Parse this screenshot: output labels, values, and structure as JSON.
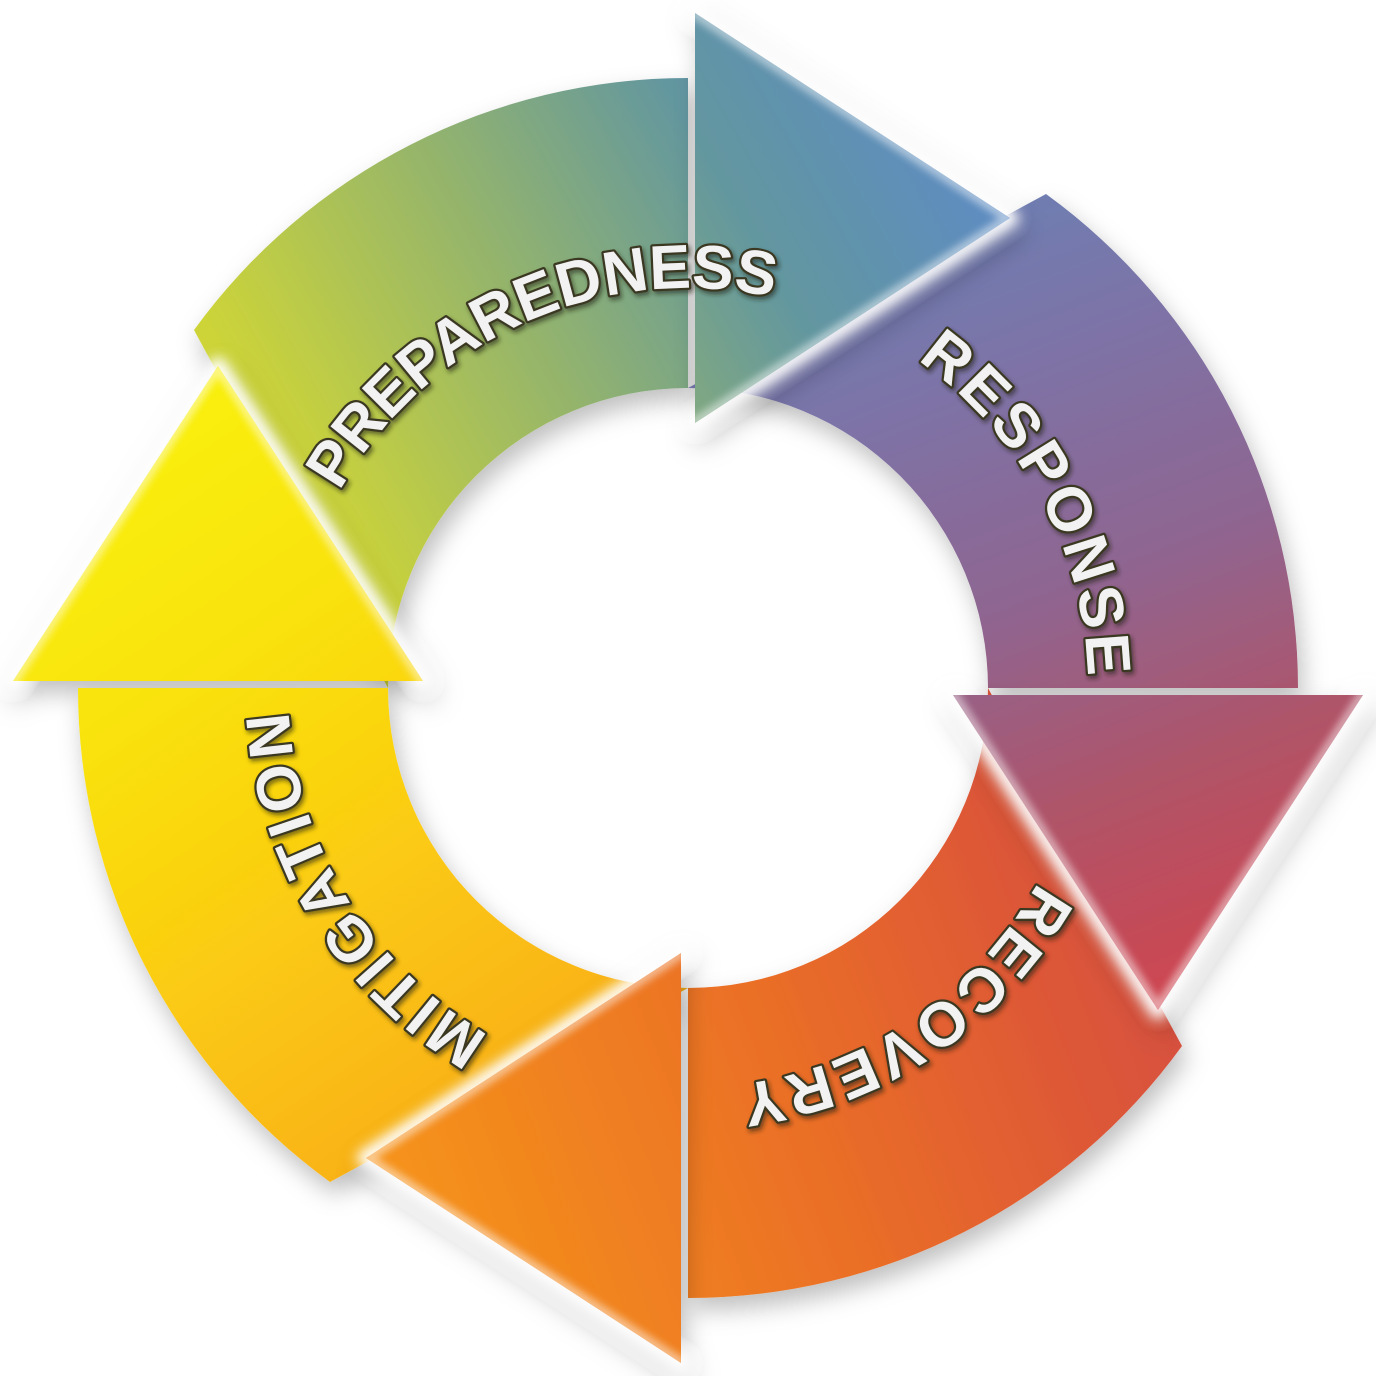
{
  "diagram": {
    "type": "cycle-arrows",
    "direction": "clockwise",
    "background": "#ffffff",
    "center_fill": "#ffffff",
    "separator_glow": "#ffffff",
    "label_fill": "#f2f2f2",
    "label_outline": "#3a3723",
    "segments": [
      {
        "label": "PREPAREDNESS",
        "position": "top",
        "arrow_points": "right",
        "stops": [
          "#f4e90f",
          "#c9d23c",
          "#94b46c",
          "#63979f",
          "#5e8cc2"
        ]
      },
      {
        "label": "RESPONSE",
        "position": "right",
        "arrow_points": "down",
        "stops": [
          "#6286ba",
          "#7d73a7",
          "#8f6590",
          "#b15367",
          "#cf4650"
        ]
      },
      {
        "label": "RECOVERY",
        "position": "bottom",
        "arrow_points": "left",
        "stops": [
          "#d0474a",
          "#de5935",
          "#ea6e27",
          "#f08120",
          "#f6941c"
        ]
      },
      {
        "label": "MITIGATION",
        "position": "left",
        "arrow_points": "up",
        "stops": [
          "#f6951c",
          "#f9b116",
          "#fbcb12",
          "#f9e20e",
          "#f9ef0a"
        ]
      }
    ]
  }
}
